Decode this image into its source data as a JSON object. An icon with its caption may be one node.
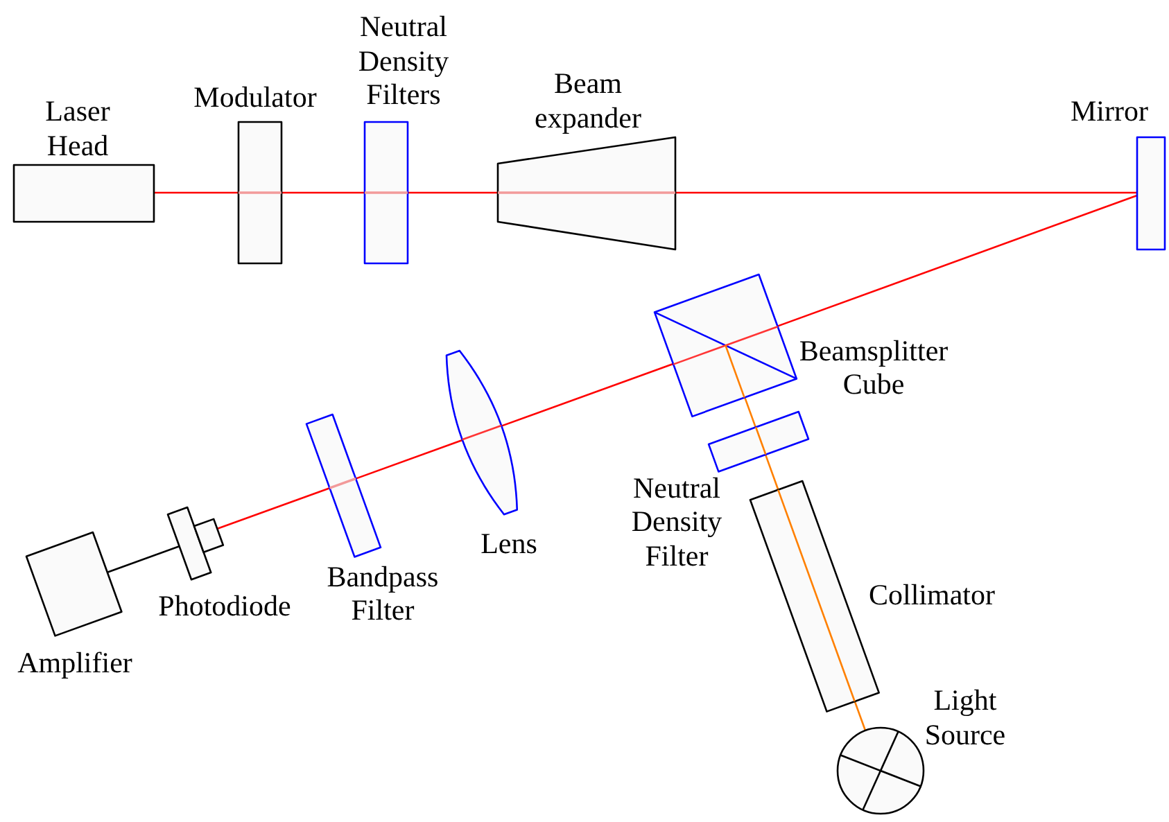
{
  "diagram": {
    "nodes": [
      {
        "text": [
          "Laser Head"
        ]
      },
      {
        "text": [
          "Modulator"
        ]
      },
      {
        "text": [
          "Neutral Density Filters"
        ]
      },
      {
        "text": [
          "Beam expander"
        ]
      },
      {
        "text": [
          "Mirror"
        ]
      },
      {
        "text": [
          "Beamsplitter Cube"
        ]
      },
      {
        "text": [
          "Lens"
        ]
      },
      {
        "text": [
          "Bandpass Filter"
        ]
      },
      {
        "text": [
          "Photodiode"
        ]
      },
      {
        "text": [
          "Amplifier"
        ]
      },
      {
        "text": [
          "Neutral Density Filter"
        ]
      },
      {
        "text": [
          "Collimator"
        ]
      },
      {
        "text": [
          "Light Source"
        ]
      }
    ],
    "edges": [
      {
        "from": 0,
        "to": 1,
        "arrow": "none"
      },
      {
        "from": 1,
        "to": 2,
        "arrow": "none"
      },
      {
        "from": 2,
        "to": 3,
        "arrow": "none"
      },
      {
        "from": 3,
        "to": 4,
        "arrow": "none"
      },
      {
        "from": 4,
        "to": 5,
        "arrow": "none"
      },
      {
        "from": 5,
        "to": 6,
        "arrow": "none"
      },
      {
        "from": 6,
        "to": 7,
        "arrow": "none"
      },
      {
        "from": 7,
        "to": 8,
        "arrow": "none"
      },
      {
        "from": 8,
        "to": 9,
        "arrow": "none",
        "color": "#000000"
      },
      {
        "from": 12,
        "to": 11,
        "arrow": "none",
        "color": "#ff8000"
      },
      {
        "from": 11,
        "to": 10,
        "arrow": "none",
        "color": "#ff8000"
      },
      {
        "from": 10,
        "to": 5,
        "arrow": "none",
        "color": "#ff8000"
      }
    ]
  }
}
